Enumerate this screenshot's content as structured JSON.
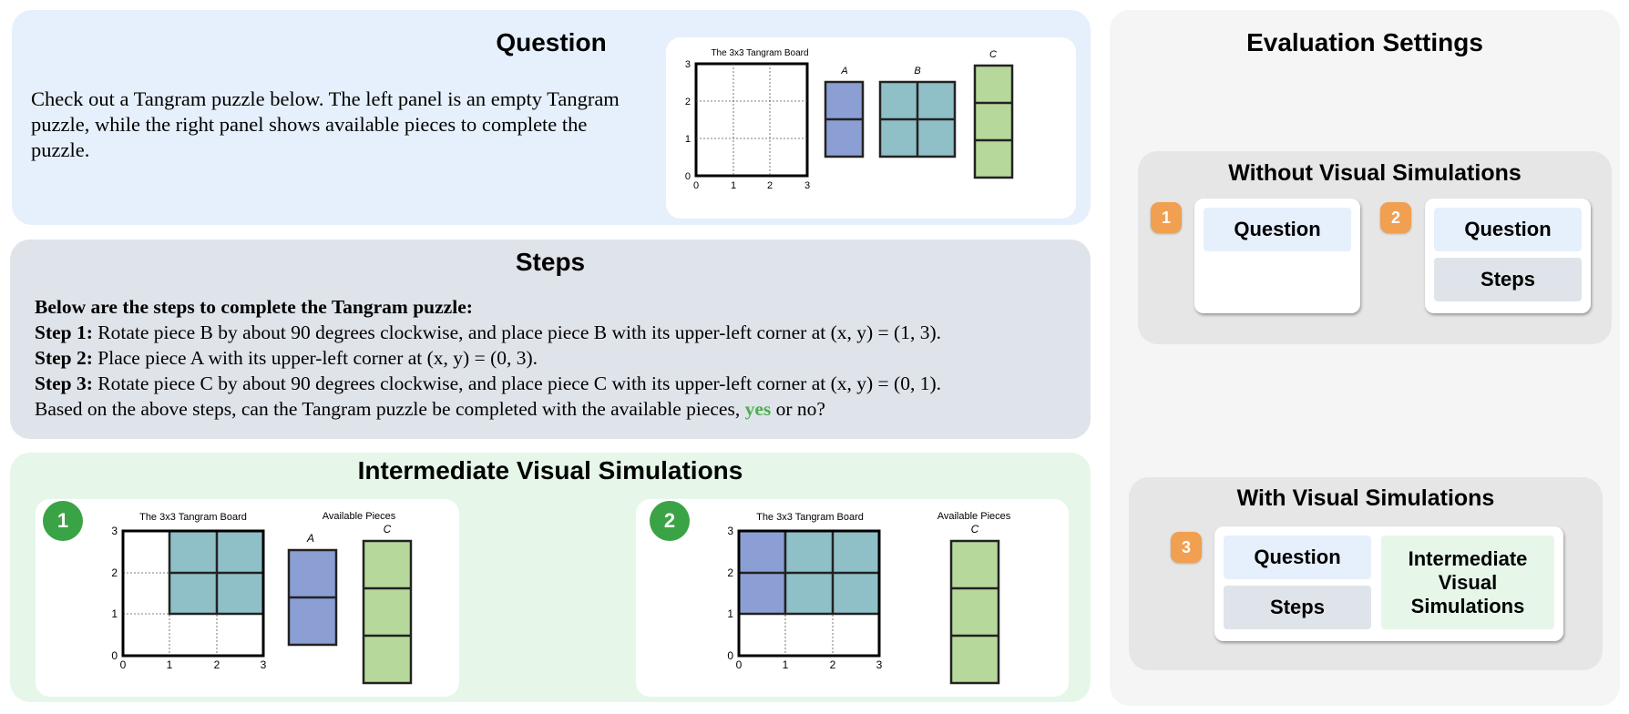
{
  "question": {
    "title": "Question",
    "text": "Check out a Tangram puzzle below. The left panel is an empty Tangram puzzle, while the right panel shows available pieces to complete the puzzle.",
    "figure": {
      "board_title": "The 3x3 Tangram Board",
      "piece_labels": [
        "A",
        "B",
        "C"
      ],
      "x_ticks": [
        "0",
        "1",
        "2",
        "3"
      ],
      "y_ticks": [
        "0",
        "1",
        "2",
        "3"
      ]
    }
  },
  "steps": {
    "title": "Steps",
    "intro": "Below are the steps to complete the Tangram puzzle:",
    "items": [
      {
        "label": "Step 1:",
        "text": "Rotate piece B by about 90 degrees clockwise, and place piece B with its upper-left corner at (x, y) = (1, 3)."
      },
      {
        "label": "Step 2:",
        "text": "Place piece A with its upper-left corner at (x, y) = (0, 3)."
      },
      {
        "label": "Step 3:",
        "text": "Rotate piece C by about 90 degrees clockwise, and place piece C with its upper-left corner at (x, y) = (0, 1)."
      }
    ],
    "closing_prefix": "Based on the above steps, can the Tangram puzzle be completed with the available pieces,",
    "closing_yes": "yes",
    "closing_suffix": "or no?"
  },
  "simulations": {
    "title": "Intermediate Visual Simulations",
    "items": [
      {
        "number": "1",
        "board_title": "The 3x3 Tangram Board",
        "pieces_title": "Available Pieces",
        "piece_labels": [
          "A",
          "C"
        ]
      },
      {
        "number": "2",
        "board_title": "The 3x3 Tangram Board",
        "pieces_title": "Available Pieces",
        "piece_labels": [
          "C"
        ]
      }
    ],
    "x_ticks": [
      "0",
      "1",
      "2",
      "3"
    ],
    "y_ticks": [
      "0",
      "1",
      "2",
      "3"
    ]
  },
  "evaluation": {
    "title": "Evaluation Settings",
    "without": {
      "title": "Without Visual Simulations",
      "settings": [
        {
          "number": "1",
          "chips": [
            "Question"
          ]
        },
        {
          "number": "2",
          "chips": [
            "Question",
            "Steps"
          ]
        }
      ]
    },
    "with": {
      "title": "With Visual Simulations",
      "settings": [
        {
          "number": "3",
          "chips": [
            "Question",
            "Steps",
            "Intermediate Visual Simulations"
          ]
        }
      ]
    }
  },
  "colors": {
    "piece_a": "#8b9fd4",
    "piece_b": "#8fbfc7",
    "piece_c": "#b6d89a",
    "yes_green": "#4caf50",
    "badge_orange": "#f0a050",
    "step_green": "#3aa346"
  }
}
